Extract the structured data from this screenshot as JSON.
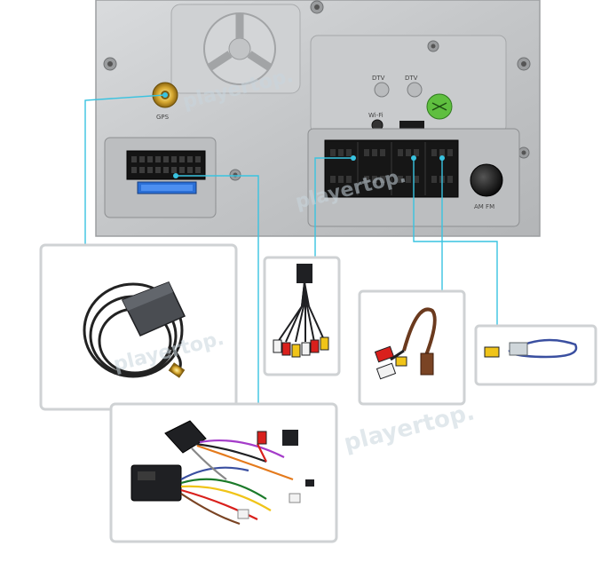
{
  "unit_labels": {
    "gps": "GPS",
    "dtv_left": "DTV",
    "dtv_right": "DTV",
    "wifi": "Wi-Fi",
    "am_fm": "AM FM"
  },
  "watermarks": [
    "playertop.",
    "playertop.",
    "playertop.",
    "playertop."
  ],
  "colors": {
    "panel": "#c8cacc",
    "callout_line": "#39c3e0",
    "gps_puck": "#4a4d52",
    "cable_black": "#1f2023",
    "rca_red": "#d9201c",
    "rca_white": "#f2f2f2",
    "rca_yellow": "#f0c419",
    "wire_brown": "#6b3a1e",
    "wire_blue": "#3a4fa0"
  },
  "accessories": [
    {
      "name": "gps-antenna"
    },
    {
      "name": "rca-breakout-harness"
    },
    {
      "name": "dtv-rca-adapter"
    },
    {
      "name": "reverse-camera-adapter"
    },
    {
      "name": "canbus-power-harness"
    }
  ]
}
